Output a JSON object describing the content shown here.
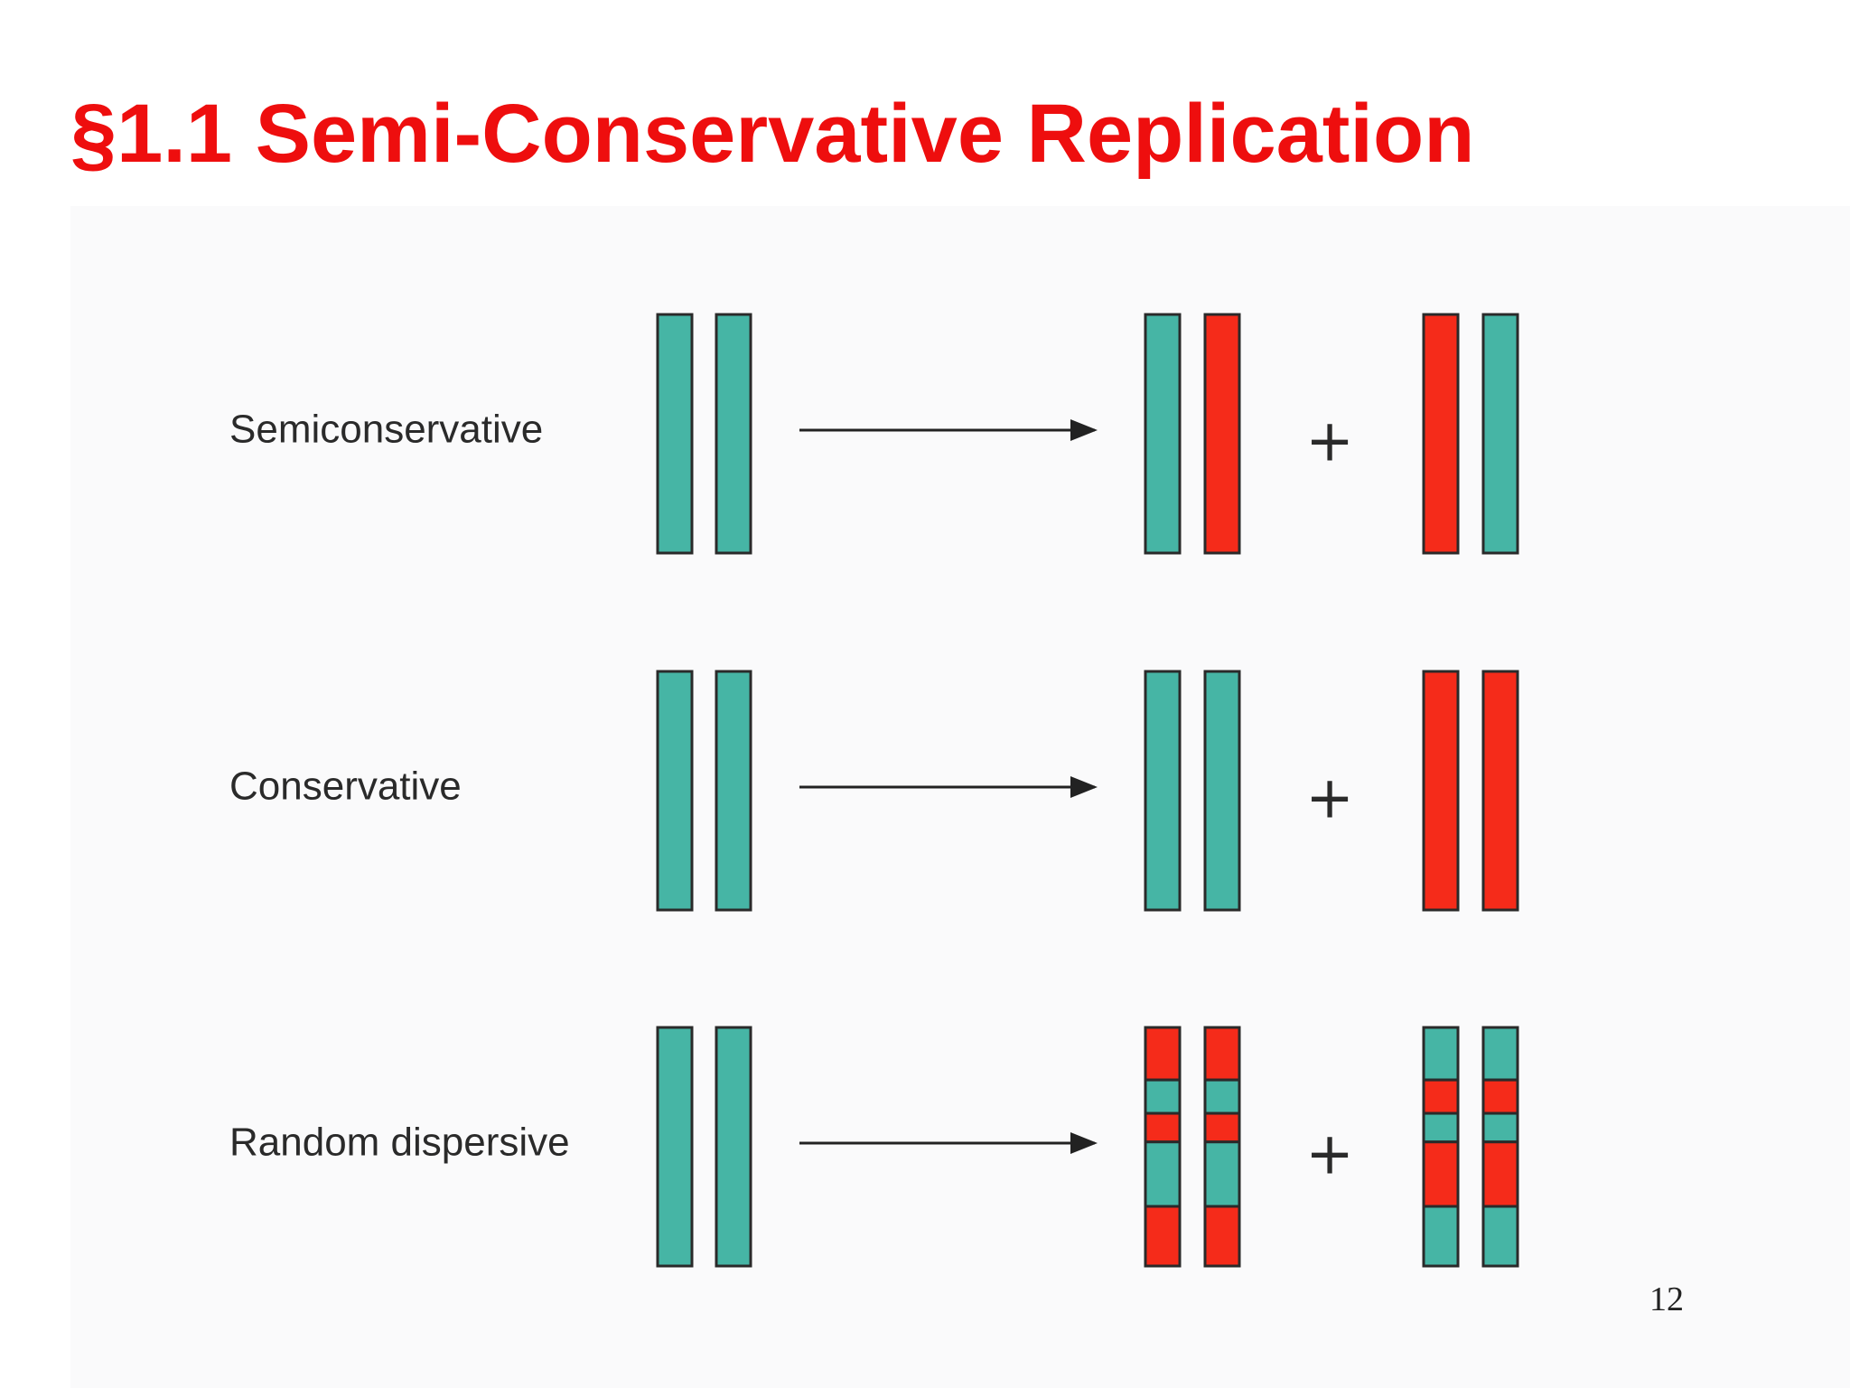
{
  "slide": {
    "title": "§1.1 Semi-Conservative Replication",
    "page_number": "12"
  },
  "colors": {
    "title": "#ee0e0e",
    "parental_strand": "#46b5a5",
    "new_strand": "#f52b1a",
    "strand_outline": "#2a2a2a"
  },
  "rows": [
    {
      "label": "Semiconservative",
      "parent": [
        [
          [
            "old",
            1
          ]
        ],
        [
          [
            "old",
            1
          ]
        ]
      ],
      "daughter_1": [
        [
          [
            "old",
            1
          ]
        ],
        [
          [
            "new",
            1
          ]
        ]
      ],
      "daughter_2": [
        [
          [
            "new",
            1
          ]
        ],
        [
          [
            "old",
            1
          ]
        ]
      ]
    },
    {
      "label": "Conservative",
      "parent": [
        [
          [
            "old",
            1
          ]
        ],
        [
          [
            "old",
            1
          ]
        ]
      ],
      "daughter_1": [
        [
          [
            "old",
            1
          ]
        ],
        [
          [
            "old",
            1
          ]
        ]
      ],
      "daughter_2": [
        [
          [
            "new",
            1
          ]
        ],
        [
          [
            "new",
            1
          ]
        ]
      ]
    },
    {
      "label": "Random dispersive",
      "parent": [
        [
          [
            "old",
            1
          ]
        ],
        [
          [
            "old",
            1
          ]
        ]
      ],
      "daughter_1": [
        [
          [
            "new",
            0.22
          ],
          [
            "old",
            0.14
          ],
          [
            "new",
            0.12
          ],
          [
            "old",
            0.27
          ],
          [
            "new",
            0.25
          ]
        ],
        [
          [
            "new",
            0.22
          ],
          [
            "old",
            0.14
          ],
          [
            "new",
            0.12
          ],
          [
            "old",
            0.27
          ],
          [
            "new",
            0.25
          ]
        ]
      ],
      "daughter_2": [
        [
          [
            "old",
            0.22
          ],
          [
            "new",
            0.14
          ],
          [
            "old",
            0.12
          ],
          [
            "new",
            0.27
          ],
          [
            "old",
            0.25
          ]
        ],
        [
          [
            "old",
            0.22
          ],
          [
            "new",
            0.14
          ],
          [
            "old",
            0.12
          ],
          [
            "new",
            0.27
          ],
          [
            "old",
            0.25
          ]
        ]
      ]
    }
  ],
  "plus_symbol": "+"
}
